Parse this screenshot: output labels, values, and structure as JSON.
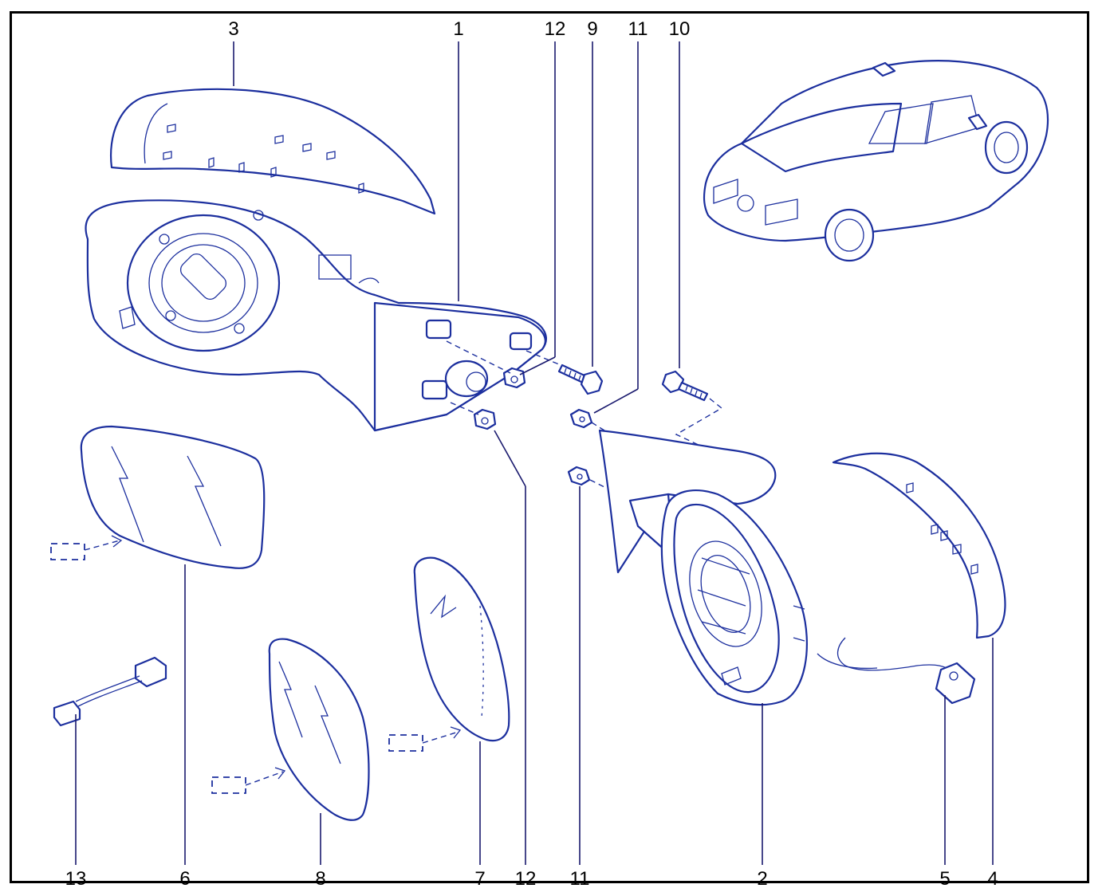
{
  "callouts": [
    {
      "id": "c3",
      "label": "3"
    },
    {
      "id": "c1",
      "label": "1"
    },
    {
      "id": "c12a",
      "label": "12"
    },
    {
      "id": "c9",
      "label": "9"
    },
    {
      "id": "c11a",
      "label": "11"
    },
    {
      "id": "c10",
      "label": "10"
    },
    {
      "id": "c13",
      "label": "13"
    },
    {
      "id": "c6",
      "label": "6"
    },
    {
      "id": "c8",
      "label": "8"
    },
    {
      "id": "c7",
      "label": "7"
    },
    {
      "id": "c12b",
      "label": "12"
    },
    {
      "id": "c11b",
      "label": "11"
    },
    {
      "id": "c2",
      "label": "2"
    },
    {
      "id": "c5",
      "label": "5"
    },
    {
      "id": "c4",
      "label": "4"
    }
  ],
  "colors": {
    "line": "#1c2f9e",
    "frame": "#000000",
    "text": "#000000"
  }
}
